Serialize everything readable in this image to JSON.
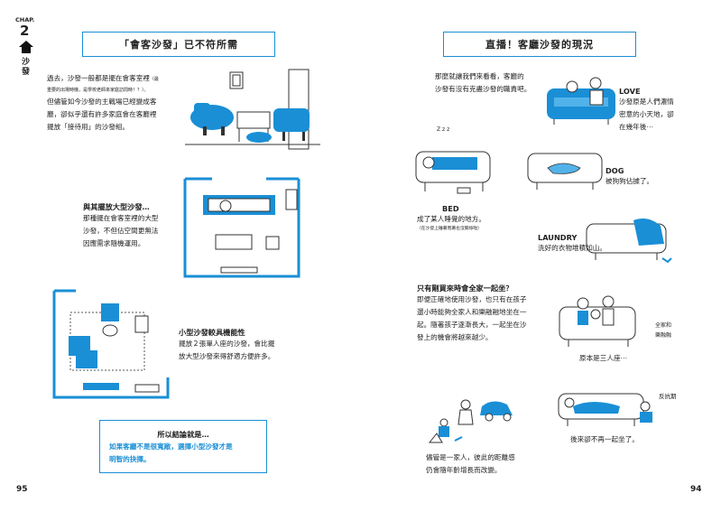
{
  "chapter": {
    "label": "CHAP.",
    "number": "2",
    "vertical_title": "沙發"
  },
  "left_page": {
    "title": "「會客沙發」已不符所需",
    "intro_lines": [
      "過去，沙發一般都是擺在會客室裡",
      "重要的出場時機，是學校老師來家庭訪問時！？）。",
      "但儘管如今沙發的主戰場已經變成客",
      "廳，卻似乎還有許多家庭會在客廳裡",
      "擺放「接待用」的沙發組。"
    ],
    "intro_note": "（最",
    "large_sofa_heading": "與其擺放大型沙發…",
    "large_sofa_lines": [
      "那種擺在會客室裡的大型",
      "沙發，不但佔空間更無法",
      "因應需求隨機運用。"
    ],
    "small_sofa_heading": "小型沙發較具機能性",
    "small_sofa_lines": [
      "擺放２張單人座的沙發，會比擺",
      "放大型沙發來得舒適方便許多。"
    ],
    "conclusion_heading": "所以結論就是…",
    "conclusion_lines": [
      "如果客廳不是很寬敞，選擇小型沙發才是",
      "明智的抉擇。"
    ],
    "page_number": "95"
  },
  "right_page": {
    "title": "直播！客廳沙發的現況",
    "intro_lines": [
      "那麼就讓我們來看看，客廳的",
      "沙發有沒有克盡沙發的職責吧。"
    ],
    "love_label": "LOVE",
    "love_lines": [
      "沙發原是人們濃情",
      "密意的小天地，卻",
      "在幾年後⋯"
    ],
    "bed_label": "BED",
    "bed_line": "成了某人睡覺的地方。",
    "bed_note": "（在沙發上睡著而著也沒關係啦）",
    "sleep_mark": "Z z z",
    "dog_label": "DOG",
    "dog_line": "被狗狗佔據了。",
    "laundry_label": "LAUNDRY",
    "laundry_line": "洗好的衣物堆積如山。",
    "family_heading": "只有剛買來時會全家一起坐？",
    "family_lines": [
      "即便正確地使用沙發，也只有在孩子",
      "還小時能夠全家人和樂融融地坐在一",
      "起。隨著孩子逐漸長大，一起坐在沙",
      "發上的機會將越來越少。"
    ],
    "family_label": [
      "全家和",
      "樂融融"
    ],
    "three_seat_caption": "原本是三人座⋯",
    "rebellious_label": "反抗期",
    "later_caption": "後來卻不再一起坐了。",
    "bottom_lines": [
      "儘管是一家人，彼此的距離感",
      "仍會隨年齡增長而改變。"
    ],
    "page_number": "94"
  },
  "colors": {
    "accent": "#1a8fd6",
    "text": "#222222"
  }
}
